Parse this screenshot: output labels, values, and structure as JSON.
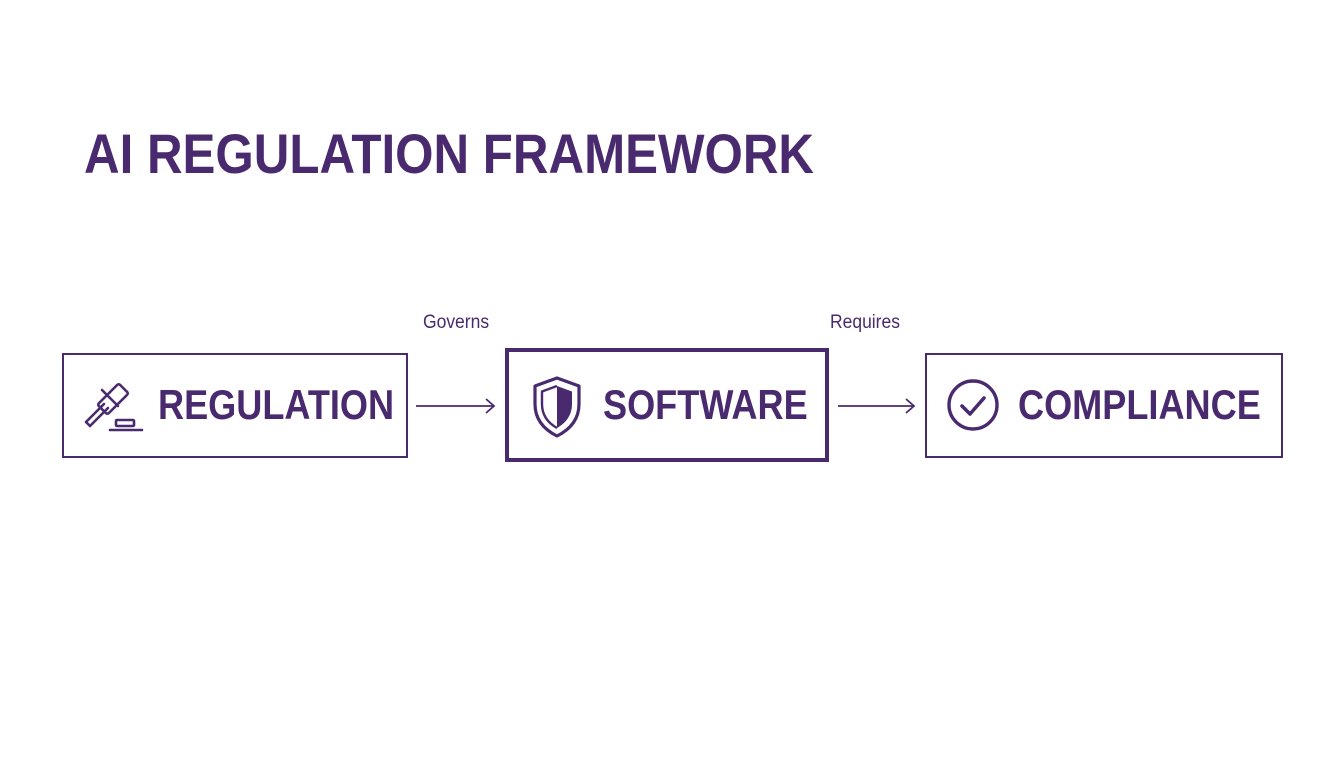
{
  "diagram": {
    "title": "AI REGULATION FRAMEWORK",
    "colors": {
      "primary": "#4a2a6e",
      "background": "#ffffff"
    },
    "nodes": [
      {
        "id": "regulation",
        "label": "REGULATION",
        "icon": "gavel-icon",
        "emphasis": false
      },
      {
        "id": "software",
        "label": "SOFTWARE",
        "icon": "shield-icon",
        "emphasis": true
      },
      {
        "id": "compliance",
        "label": "COMPLIANCE",
        "icon": "check-circle-icon",
        "emphasis": false
      }
    ],
    "edges": [
      {
        "from": "regulation",
        "to": "software",
        "label": "Governs"
      },
      {
        "from": "software",
        "to": "compliance",
        "label": "Requires"
      }
    ]
  }
}
